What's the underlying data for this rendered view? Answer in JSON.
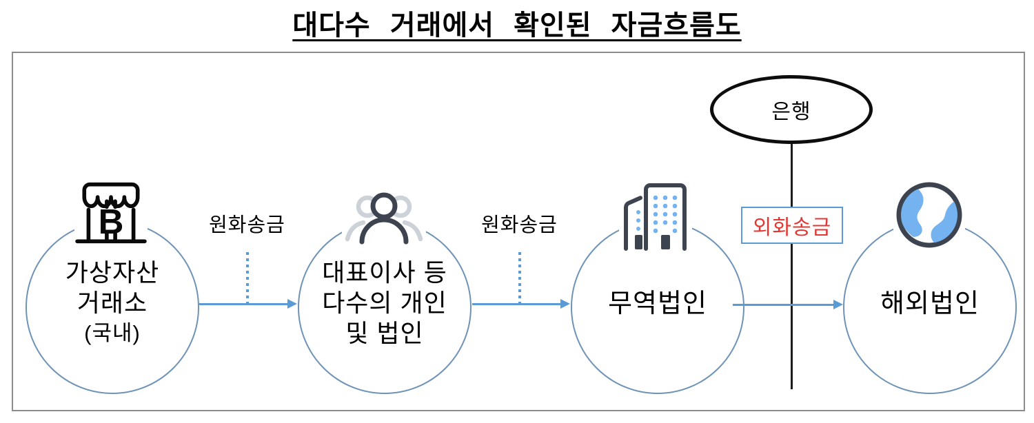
{
  "title": "대다수  거래에서  확인된  자금흐름도",
  "nodes": {
    "exchange": {
      "line1": "가상자산",
      "line2": "거래소",
      "line3": "(국내)",
      "icon": "store-bitcoin-icon"
    },
    "persons": {
      "line1": "대표이사 등",
      "line2": "다수의 개인",
      "line3": "및 법인",
      "icon": "people-icon"
    },
    "trade": {
      "label": "무역법인",
      "icon": "buildings-icon"
    },
    "overseas": {
      "label": "해외법인",
      "icon": "globe-icon"
    }
  },
  "bank": {
    "label": "은행"
  },
  "flow_labels": {
    "krw1": "원화송금",
    "krw2": "원화송금",
    "fx": "외화송금"
  },
  "icon_glyphs": {
    "bitcoin_letter": "B"
  },
  "colors": {
    "arrow_blue": "#5B9BD5",
    "circle_border_blue": "#6E93B7",
    "fx_red": "#E53731",
    "frame_gray": "#8C8C8C",
    "icon_dark": "#3D4450",
    "icon_window_blue": "#74B3EF",
    "icon_light_gray": "#CDD2D9",
    "bank_black": "#0D0D0D"
  }
}
